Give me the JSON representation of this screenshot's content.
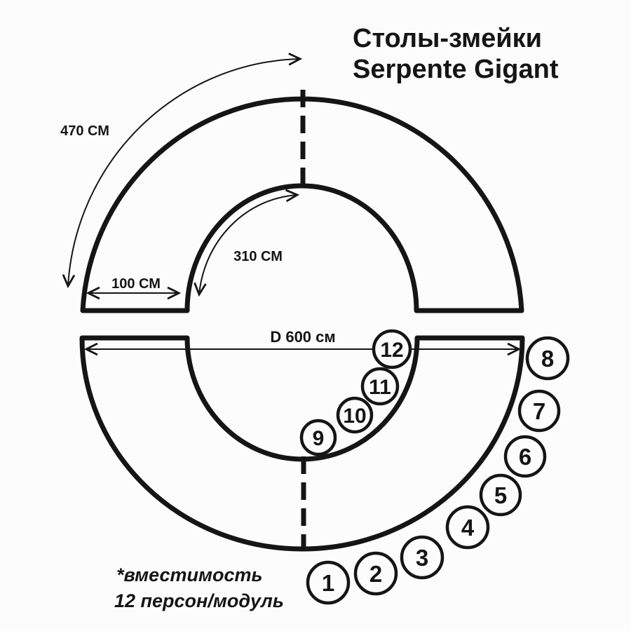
{
  "title": {
    "line1": "Столы-змейки",
    "line2": "Serpente Gigant"
  },
  "dimensions": {
    "outer_arc_length": "470 СМ",
    "module_depth": "100 СМ",
    "inner_arc_length": "310 СМ",
    "diameter": "D 600 см"
  },
  "seats": [
    {
      "label": "1"
    },
    {
      "label": "2"
    },
    {
      "label": "3"
    },
    {
      "label": "4"
    },
    {
      "label": "5"
    },
    {
      "label": "6"
    },
    {
      "label": "7"
    },
    {
      "label": "8"
    },
    {
      "label": "9"
    },
    {
      "label": "10"
    },
    {
      "label": "11"
    },
    {
      "label": "12"
    }
  ],
  "footnote": {
    "line1": "*вместимость",
    "line2": "12 персон/модуль"
  },
  "colors": {
    "ink": "#151515",
    "paper": "#fcfcfc"
  }
}
